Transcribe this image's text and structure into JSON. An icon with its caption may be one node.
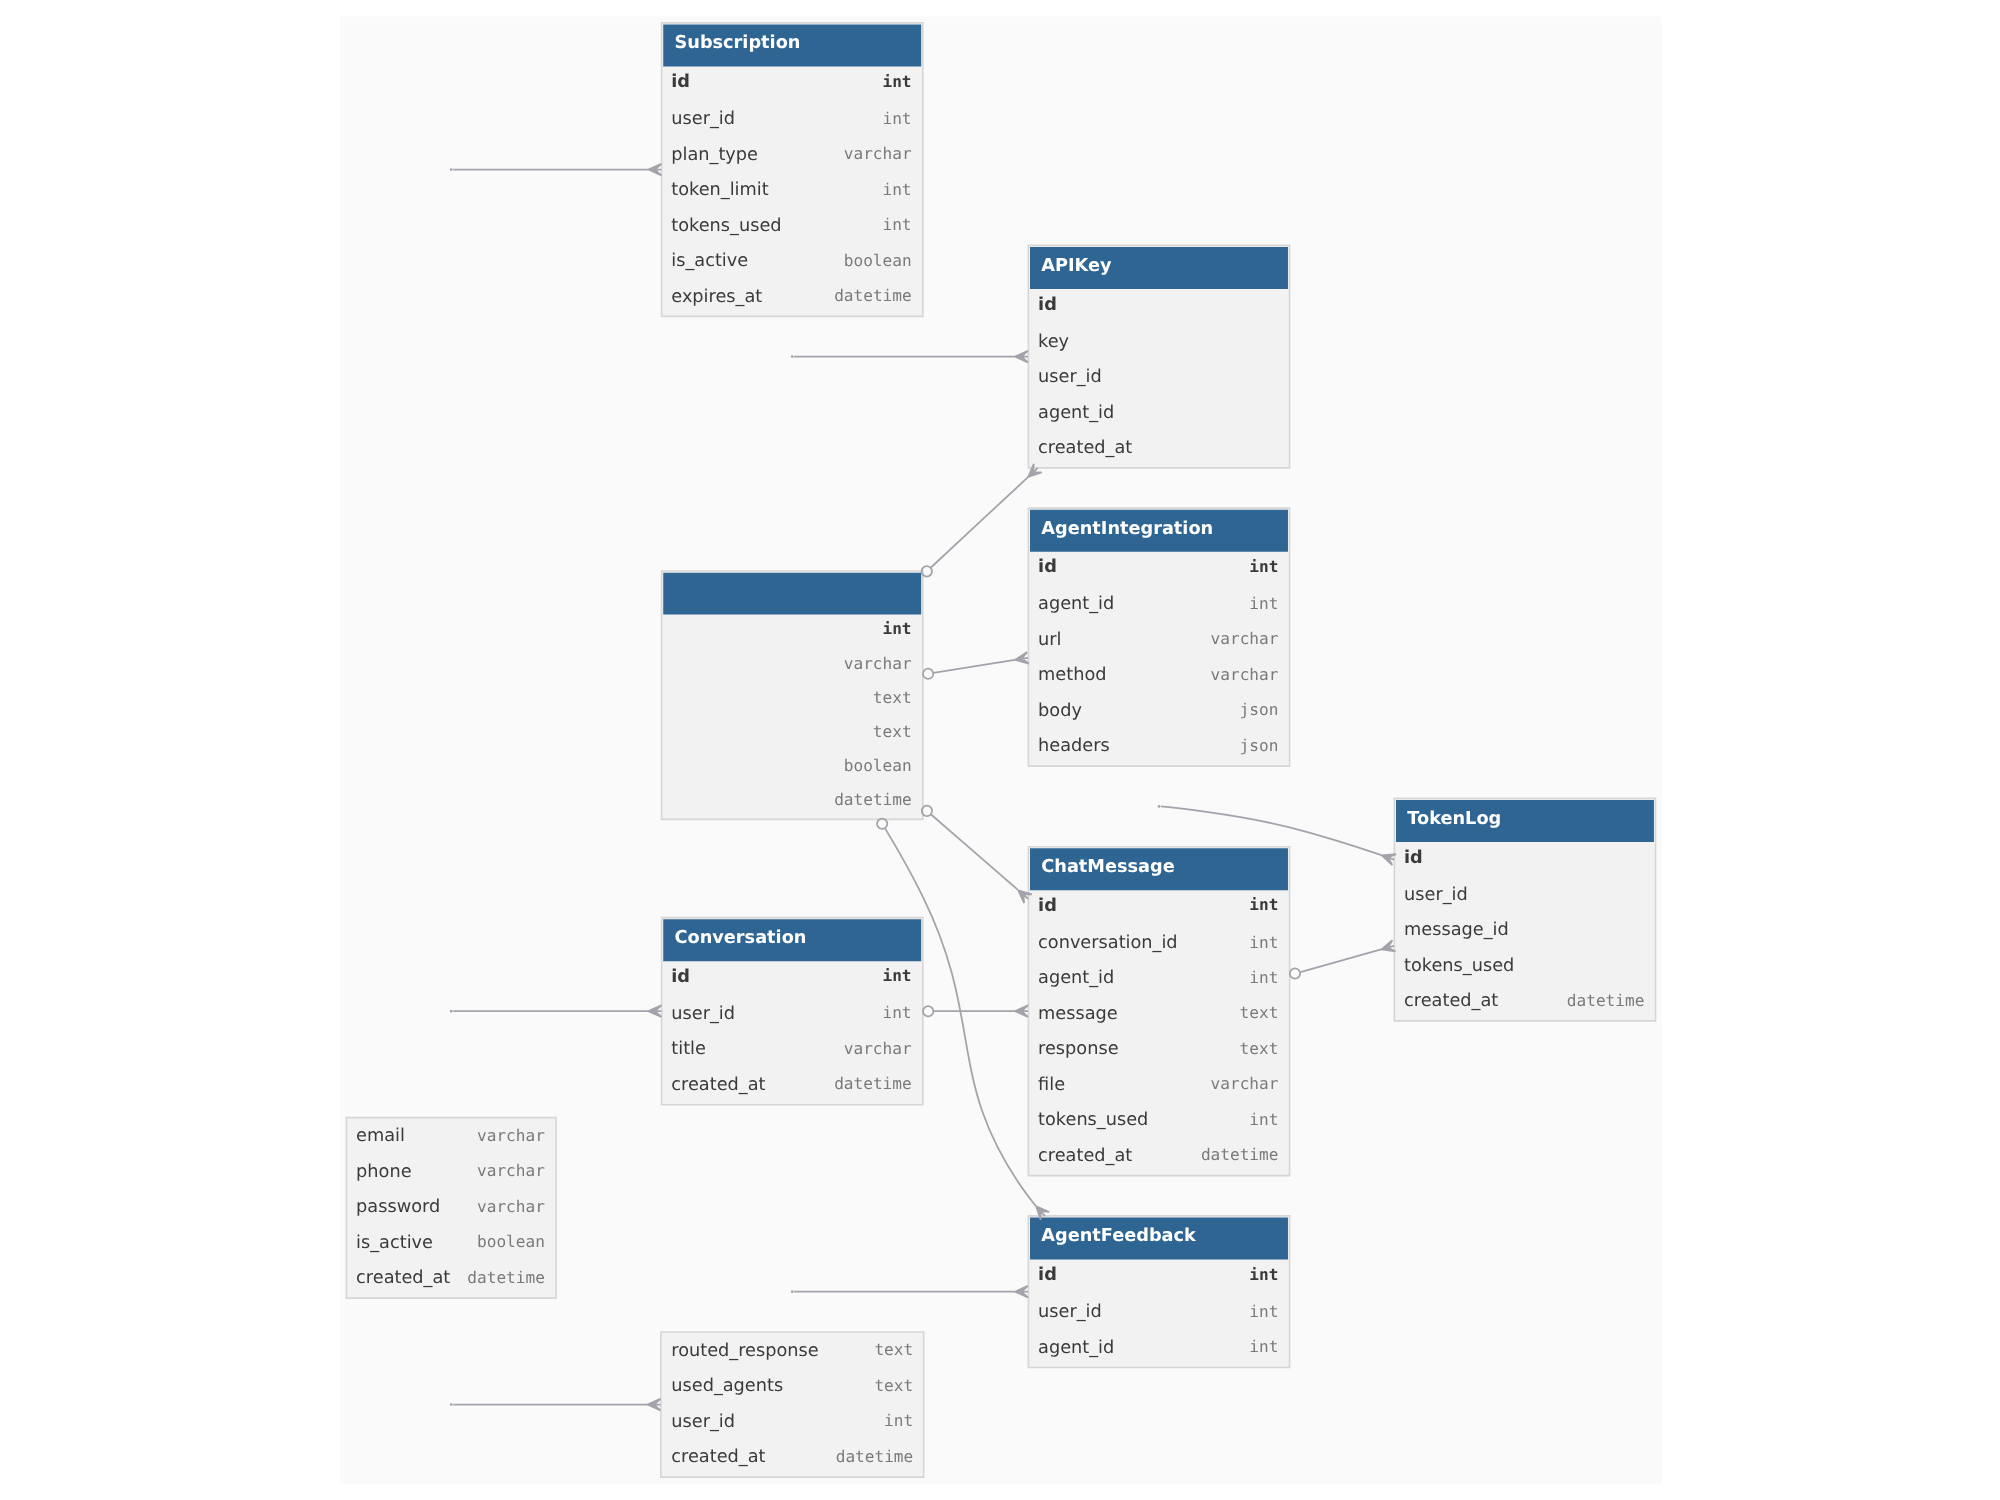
{
  "diagram": {
    "nodes": [
      {
        "text": [
          "routed_response",
          "text",
          "used_agents",
          "text",
          "user_id",
          "int",
          "created_at",
          "datetime"
        ]
      },
      {
        "text": [
          "email",
          "varchar",
          "phone",
          "varchar",
          "password",
          "varchar",
          "is_active",
          "boolean",
          "created_at",
          "datetime"
        ]
      },
      {
        "text": [
          "APIKey",
          "id",
          "key",
          "user_id",
          "agent_id",
          "created_at"
        ]
      },
      {
        "text": [
          "AgentIntegration",
          "id",
          "int",
          "agent_id",
          "int",
          "url",
          "varchar",
          "method",
          "varchar",
          "body",
          "json",
          "headers",
          "json"
        ]
      },
      {
        "text": [
          "TokenLog",
          "id",
          "user_id",
          "message_id",
          "tokens_used",
          "created_at",
          "datetime"
        ]
      },
      {
        "text": [
          "int",
          "varchar",
          "text",
          "text",
          "boolean",
          "datetime"
        ]
      },
      {
        "text": [
          "ChatMessage",
          "id",
          "int",
          "conversation_id",
          "int",
          "agent_id",
          "int",
          "message",
          "text",
          "response",
          "text",
          "file",
          "varchar",
          "tokens_used",
          "int",
          "created_at",
          "datetime"
        ]
      },
      {
        "text": [
          "Conversation",
          "id",
          "int",
          "user_id",
          "int",
          "title",
          "varchar",
          "created_at",
          "datetime"
        ]
      },
      {
        "text": [
          "Subscription",
          "id",
          "int",
          "user_id",
          "int",
          "plan_type",
          "varchar",
          "token_limit",
          "int",
          "tokens_used",
          "int",
          "is_active",
          "boolean",
          "expires_at",
          "datetime"
        ]
      },
      {
        "text": [
          "AgentFeedback",
          "id",
          "int",
          "user_id",
          "int",
          "agent_id",
          "int"
        ]
      }
    ],
    "edges": [
      {
        "from": null,
        "to": 0,
        "arrow": "other"
      },
      {
        "from": null,
        "to": 2,
        "arrow": "other"
      },
      {
        "from": 5,
        "to": 3,
        "arrow": "other"
      },
      {
        "from": 5,
        "to": 2,
        "arrow": "other"
      },
      {
        "from": null,
        "to": 4,
        "arrow": "other"
      },
      {
        "from": 6,
        "to": 4,
        "arrow": "other"
      },
      {
        "from": 5,
        "to": 6,
        "arrow": "other"
      },
      {
        "from": 7,
        "to": 6,
        "arrow": "other"
      },
      {
        "from": null,
        "to": 7,
        "arrow": "other"
      },
      {
        "from": null,
        "to": 8,
        "arrow": "other"
      },
      {
        "from": null,
        "to": 9,
        "arrow": "other"
      },
      {
        "from": 5,
        "to": 9,
        "arrow": "other"
      }
    ]
  }
}
